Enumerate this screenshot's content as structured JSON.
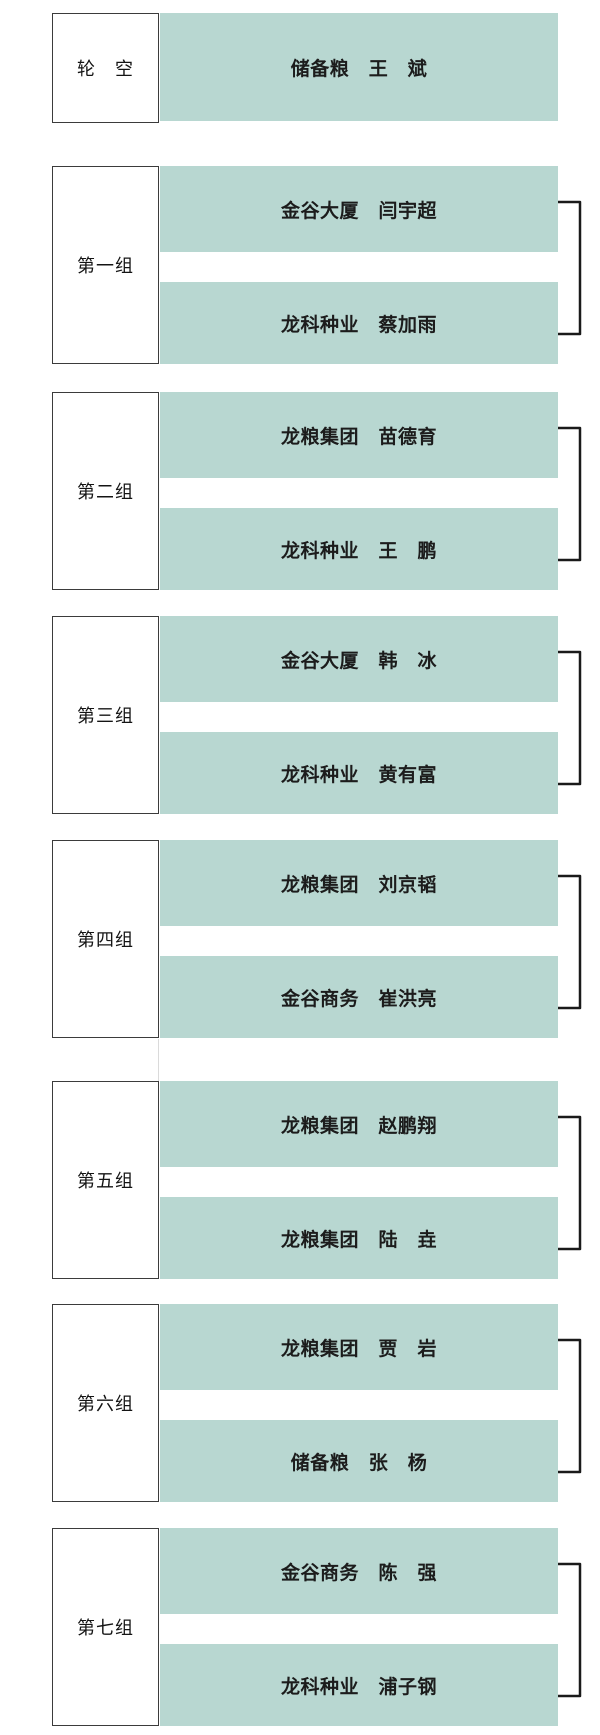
{
  "colors": {
    "bar_bg": "#b8d7d1",
    "bracket": "#1a1a1a",
    "box_border": "#3b3b3b"
  },
  "bye": {
    "label": "轮　空",
    "entry": "储备粮　王　斌"
  },
  "groups": [
    {
      "label": "第一组",
      "top_entry": "金谷大厦　闫宇超",
      "bottom_entry": "龙科种业　蔡加雨"
    },
    {
      "label": "第二组",
      "top_entry": "龙粮集团　苗德育",
      "bottom_entry": "龙科种业　王　鹏"
    },
    {
      "label": "第三组",
      "top_entry": "金谷大厦　韩　冰",
      "bottom_entry": "龙科种业　黄有富"
    },
    {
      "label": "第四组",
      "top_entry": "龙粮集团　刘京韬",
      "bottom_entry": "金谷商务　崔洪亮"
    },
    {
      "label": "第五组",
      "top_entry": "龙粮集团　赵鹏翔",
      "bottom_entry": "龙粮集团　陆　垚"
    },
    {
      "label": "第六组",
      "top_entry": "龙粮集团　贾　岩",
      "bottom_entry": "储备粮　张　杨"
    },
    {
      "label": "第七组",
      "top_entry": "金谷商务　陈　强",
      "bottom_entry": "龙科种业　浦子钢"
    }
  ]
}
